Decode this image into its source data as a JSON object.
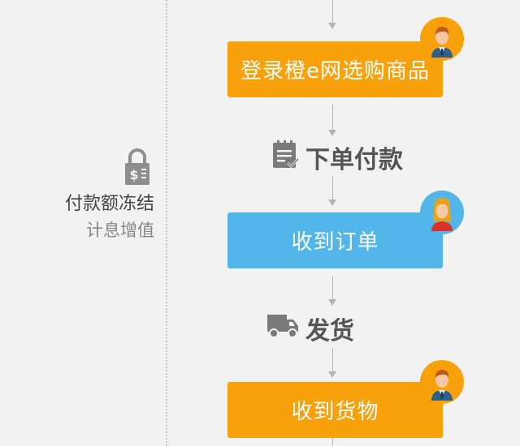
{
  "side": {
    "title": "付款额冻结",
    "subtitle": "计息增值"
  },
  "flow": {
    "box1": "登录橙e网选购商品",
    "step1": "下单付款",
    "box2": "收到订单",
    "step2": "发货",
    "box3": "收到货物"
  },
  "icons": {
    "lock": "lock-dollar-icon",
    "order": "order-form-icon",
    "truck": "delivery-truck-icon",
    "buyer": "male-user-icon",
    "seller": "female-user-icon"
  },
  "colors": {
    "buyer_box": "#f9a10b",
    "seller_box": "#52b6eb"
  }
}
